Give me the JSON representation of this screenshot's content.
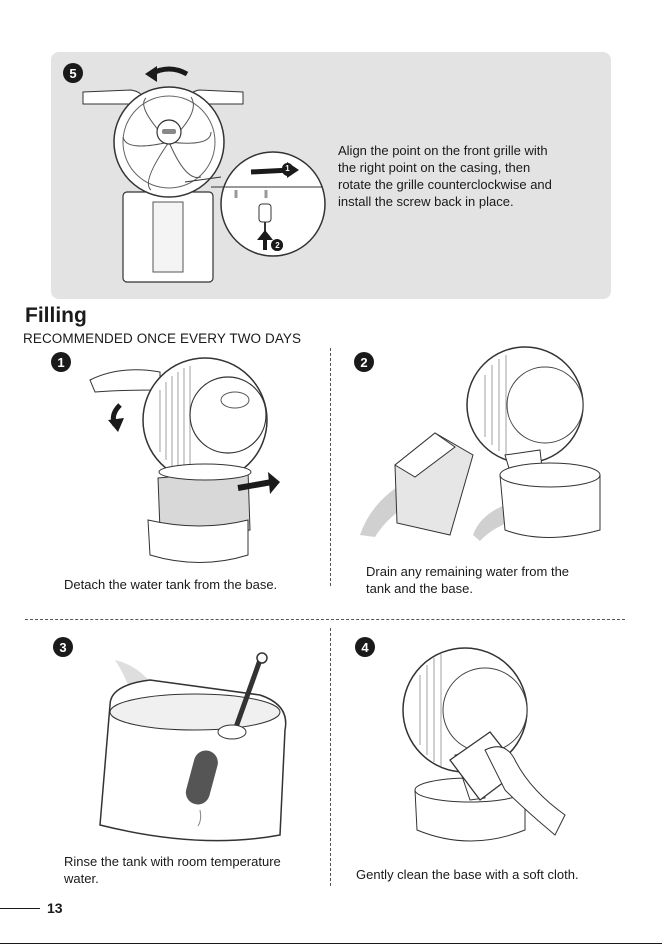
{
  "top_panel": {
    "step_number": "5",
    "callout_1": "1",
    "callout_2": "2",
    "instruction_lines": [
      "Align the point on the front grille with",
      "the right point on the casing, then",
      "rotate the grille counterclockwise and",
      "install the screw back in place."
    ]
  },
  "section": {
    "title": "Filling",
    "subtitle": "RECOMMENDED ONCE EVERY TWO DAYS"
  },
  "steps": [
    {
      "number": "1",
      "caption_lines": [
        "Detach the water tank from the base."
      ]
    },
    {
      "number": "2",
      "caption_lines": [
        "Drain any remaining water from the",
        "tank and the base."
      ]
    },
    {
      "number": "3",
      "caption_lines": [
        "Rinse the tank with room temperature",
        "water."
      ]
    },
    {
      "number": "4",
      "caption_lines": [
        "Gently clean the base with a soft cloth."
      ]
    }
  ],
  "footer": {
    "page_number": "13"
  }
}
